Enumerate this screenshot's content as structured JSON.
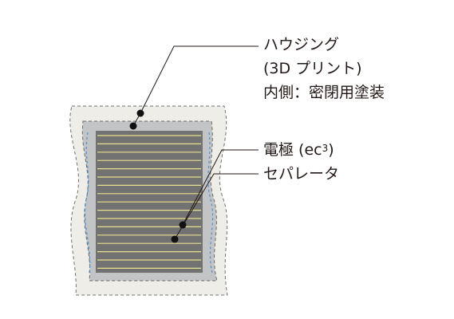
{
  "labels": {
    "housing": {
      "line1": "ハウジング",
      "line2": "(3D プリント)",
      "line3": "内側：密閉用塗装"
    },
    "electrode": {
      "text": "電極 (ec",
      "sup": "3",
      "close": ")"
    },
    "separator": "セパレータ"
  },
  "colors": {
    "housing_fill": "#eeede8",
    "housing_border": "#707070",
    "coating_fill": "#c3c4c6",
    "stack_fill": "#727272",
    "electrode_line": "#e7e08c",
    "separator_dash": "#4a90d6",
    "leader": "#231815"
  }
}
